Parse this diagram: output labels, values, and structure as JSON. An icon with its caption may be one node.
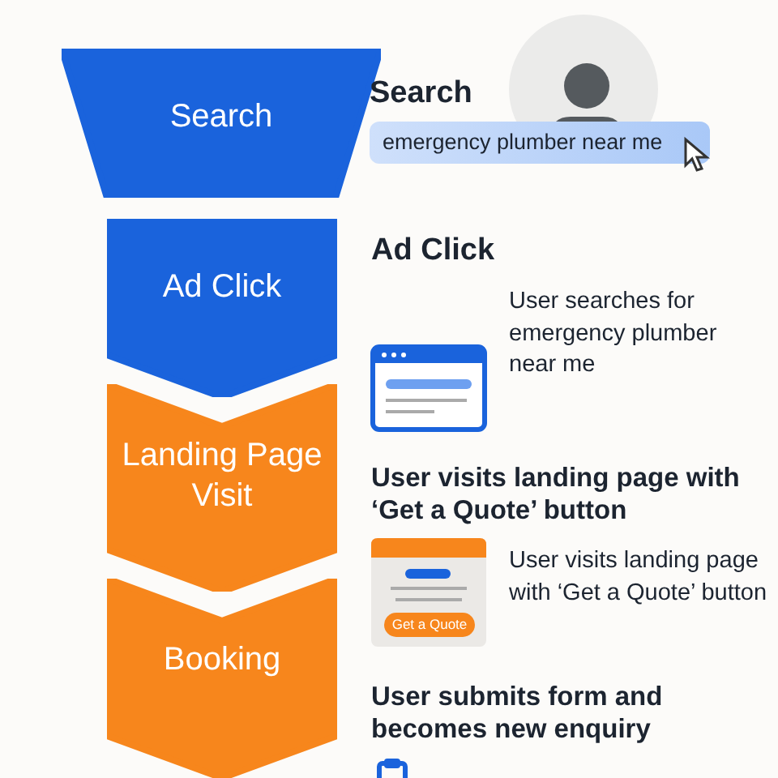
{
  "diagram": {
    "nodes": [
      {
        "text": [
          "Search"
        ]
      },
      {
        "text": [
          "Ad Click"
        ]
      },
      {
        "text": [
          "Landing Page Visit"
        ]
      },
      {
        "text": [
          "Booking"
        ]
      }
    ],
    "labels": [
      "Search",
      "emergency plumber near me",
      "Ad Click",
      "User searches for emergency plumber near me",
      "User visits landing page with ‘Get a Quote’ button",
      "Get a Quote",
      "User visits landing page with ‘Get a Quote’ button",
      "User submits form and becomes new enquiry"
    ]
  }
}
